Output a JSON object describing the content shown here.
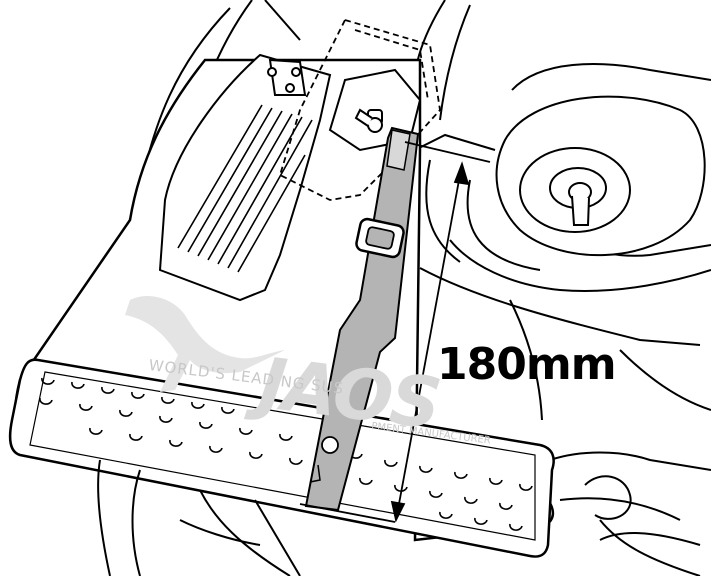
{
  "dimension": {
    "label": "180mm"
  },
  "watermark": {
    "logo": "JAOS",
    "tagline": "WORLD'S LEAD NG SUS",
    "tagline_2": "PMENT MANUFACTURER"
  },
  "colors": {
    "line": "#000000",
    "strap_fill": "#b4b4b4",
    "watermark": "#c8c8c8",
    "background": "#ffffff"
  }
}
